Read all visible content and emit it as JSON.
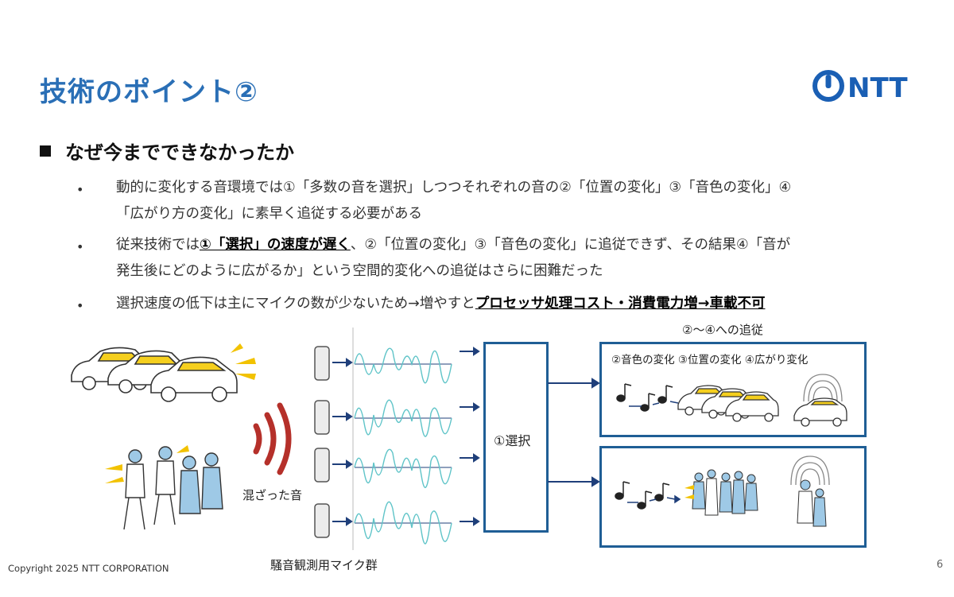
{
  "title": "技術のポイント②",
  "brand": "NTT",
  "heading": "なぜ今までできなかったか",
  "bullets": [
    {
      "lines": [
        "動的に変化する音環境では①「多数の音を選択」しつつそれぞれの音の②「位置の変化」③「音色の変化」④",
        "「広がり方の変化」に素早く追従する必要がある"
      ]
    },
    {
      "line1_a": "従来技術では",
      "line1_b": "①「選択」の速度が遅く",
      "line1_c": "、②「位置の変化」③「音色の変化」に追従できず、その結果④「音が",
      "line2": "発生後にどのように広がるか」という空間的変化への追従はさらに困難だった"
    },
    {
      "a": "選択速度の低下は主にマイクの数が少ないため→増やすと",
      "b": "プロセッサ処理コスト・消費電力増→車載不可"
    }
  ],
  "diagram": {
    "follow_label": "②～④への追従",
    "top_box_label": "②音色の変化 ③位置の変化 ④広がり変化",
    "select_label": "①選択",
    "mixed_label": "混ざった音",
    "mic_label": "騒音観測用マイク群"
  },
  "footer": "Copyright 2025 NTT CORPORATION",
  "page_number": "6",
  "colors": {
    "title": "#2a6fb6",
    "box_border": "#1f5e95",
    "wave": "#5fc4c8",
    "sound_wave": "#b5302a",
    "car_glow": "#f2c200"
  }
}
